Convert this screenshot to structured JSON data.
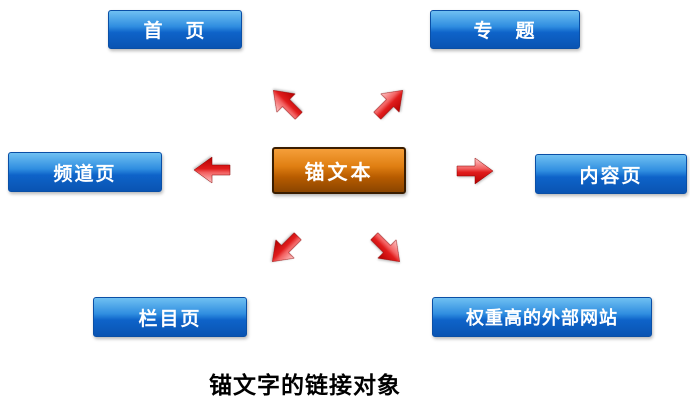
{
  "diagram": {
    "caption": "锚文字的链接对象",
    "center": {
      "label": "锚文本"
    },
    "nodes": [
      {
        "id": "home-page",
        "label": "首　页"
      },
      {
        "id": "special-topic",
        "label": "专　题"
      },
      {
        "id": "channel-page",
        "label": "频道页"
      },
      {
        "id": "content-page",
        "label": "内容页"
      },
      {
        "id": "column-page",
        "label": "栏目页"
      },
      {
        "id": "external-sites",
        "label": "权重高的外部网站"
      }
    ],
    "arrows": [
      {
        "icon": "arrow-up-left-icon",
        "direction": "up-left"
      },
      {
        "icon": "arrow-up-right-icon",
        "direction": "up-right"
      },
      {
        "icon": "arrow-left-icon",
        "direction": "left"
      },
      {
        "icon": "arrow-right-icon",
        "direction": "right"
      },
      {
        "icon": "arrow-down-left-icon",
        "direction": "down-left"
      },
      {
        "icon": "arrow-down-right-icon",
        "direction": "down-right"
      }
    ],
    "colors": {
      "node_blue_top": "#6fc0f2",
      "node_blue_bottom": "#0a54b2",
      "center_orange_top": "#f59f3a",
      "center_orange_bottom": "#8a4500",
      "arrow_red": "#d91616",
      "caption_color": "#000000"
    }
  }
}
